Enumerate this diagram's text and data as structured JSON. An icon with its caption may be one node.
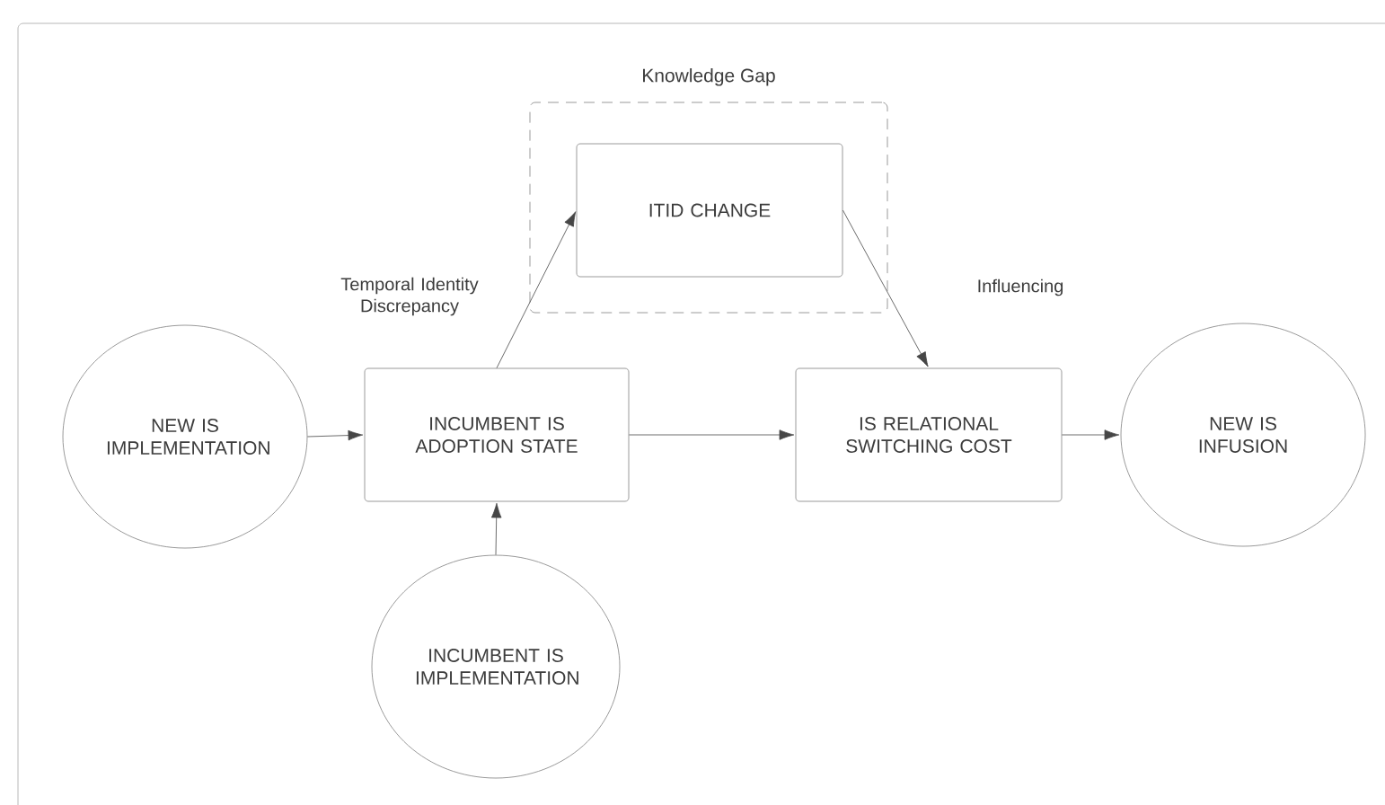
{
  "diagram": {
    "nodes": [
      {
        "text": [
          "Knowledge Gap"
        ]
      },
      {
        "text": [
          "ITID CHANGE"
        ],
        "in": 0
      },
      {
        "text": [
          "NEW IS IMPLEMENTATION"
        ]
      },
      {
        "text": [
          "INCUMBENT IS ADOPTION STATE"
        ]
      },
      {
        "text": [
          "IS RELATIONAL SWITCHING COST"
        ]
      },
      {
        "text": [
          "NEW IS INFUSION"
        ]
      },
      {
        "text": [
          "INCUMBENT IS IMPLEMENTATION"
        ]
      }
    ],
    "edges": [
      {
        "from": 2,
        "to": 3,
        "arrow": "to"
      },
      {
        "from": 3,
        "to": 1,
        "arrow": "to",
        "label": "Temporal Identity Discrepancy"
      },
      {
        "from": 1,
        "to": 4,
        "arrow": "to",
        "label": "Influencing"
      },
      {
        "from": 3,
        "to": 4,
        "arrow": "to"
      },
      {
        "from": 4,
        "to": 5,
        "arrow": "to"
      },
      {
        "from": 6,
        "to": 3,
        "arrow": "to"
      }
    ]
  }
}
